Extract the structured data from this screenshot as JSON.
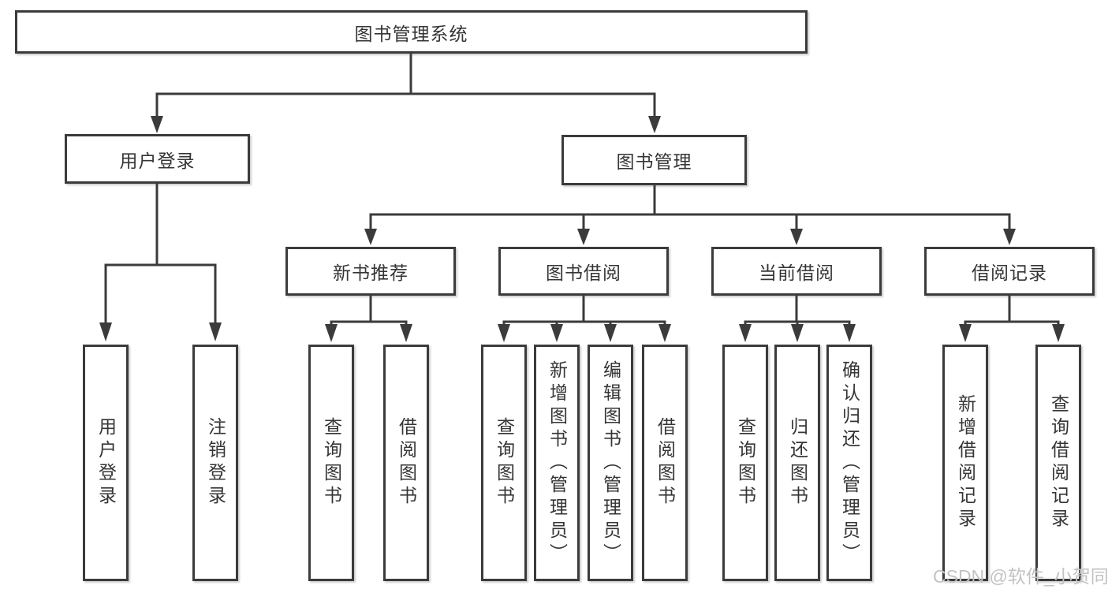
{
  "diagram": {
    "title": "图书管理系统",
    "branches": [
      {
        "label": "用户登录",
        "children": [
          {
            "label": "用户登录"
          },
          {
            "label": "注销登录"
          }
        ]
      },
      {
        "label": "图书管理",
        "children": [
          {
            "label": "新书推荐",
            "children": [
              {
                "label": "查询图书"
              },
              {
                "label": "借阅图书"
              }
            ]
          },
          {
            "label": "图书借阅",
            "children": [
              {
                "label": "查询图书"
              },
              {
                "label": "新增图书（管理员）"
              },
              {
                "label": "编辑图书（管理员）"
              },
              {
                "label": "借阅图书"
              }
            ]
          },
          {
            "label": "当前借阅",
            "children": [
              {
                "label": "查询图书"
              },
              {
                "label": "归还图书"
              },
              {
                "label": "确认归还（管理员）"
              }
            ]
          },
          {
            "label": "借阅记录",
            "children": [
              {
                "label": "新增借阅记录"
              },
              {
                "label": "查询借阅记录"
              }
            ]
          }
        ]
      }
    ]
  },
  "watermark": {
    "text": "CSDN @软件_小贺同学"
  },
  "colors": {
    "line": "#3b3b3b",
    "text": "#353535",
    "box_background": "#ffffff",
    "watermark": "#c3c3c3",
    "page_background": "#ffffff"
  }
}
